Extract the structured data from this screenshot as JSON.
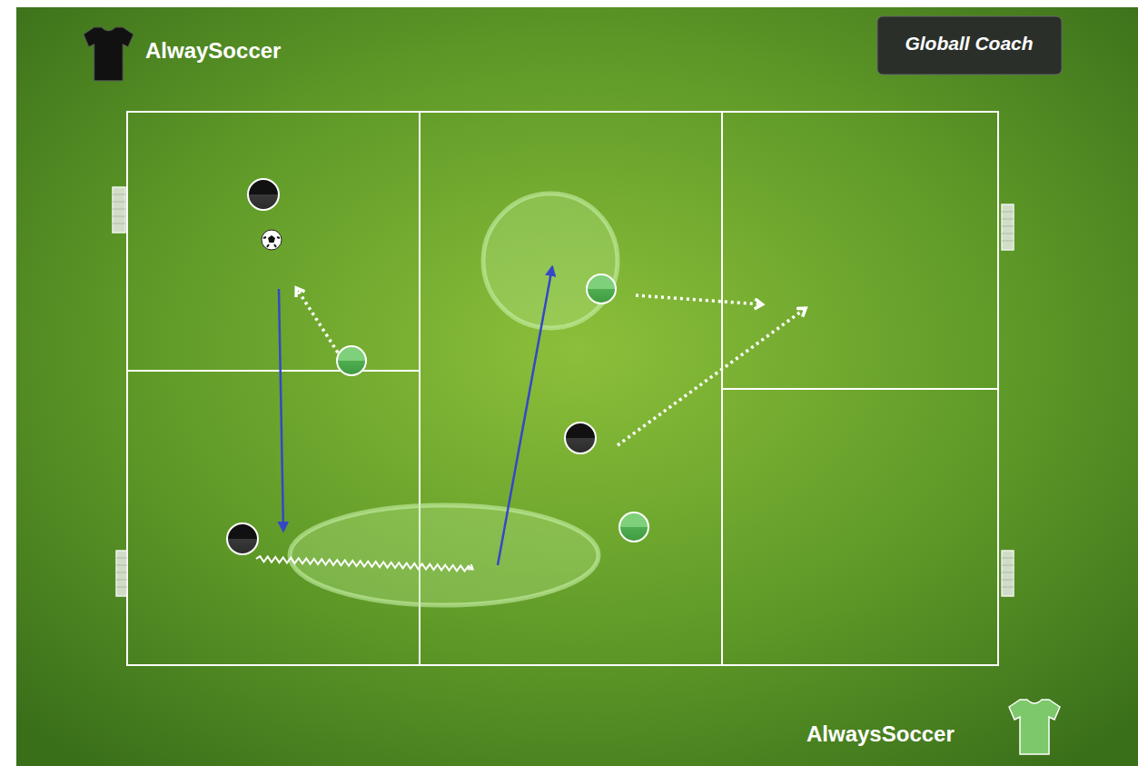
{
  "diagram": {
    "labels": [
      "AlwaySoccer",
      "Globall Coach",
      "AlwaysSoccer"
    ]
  }
}
